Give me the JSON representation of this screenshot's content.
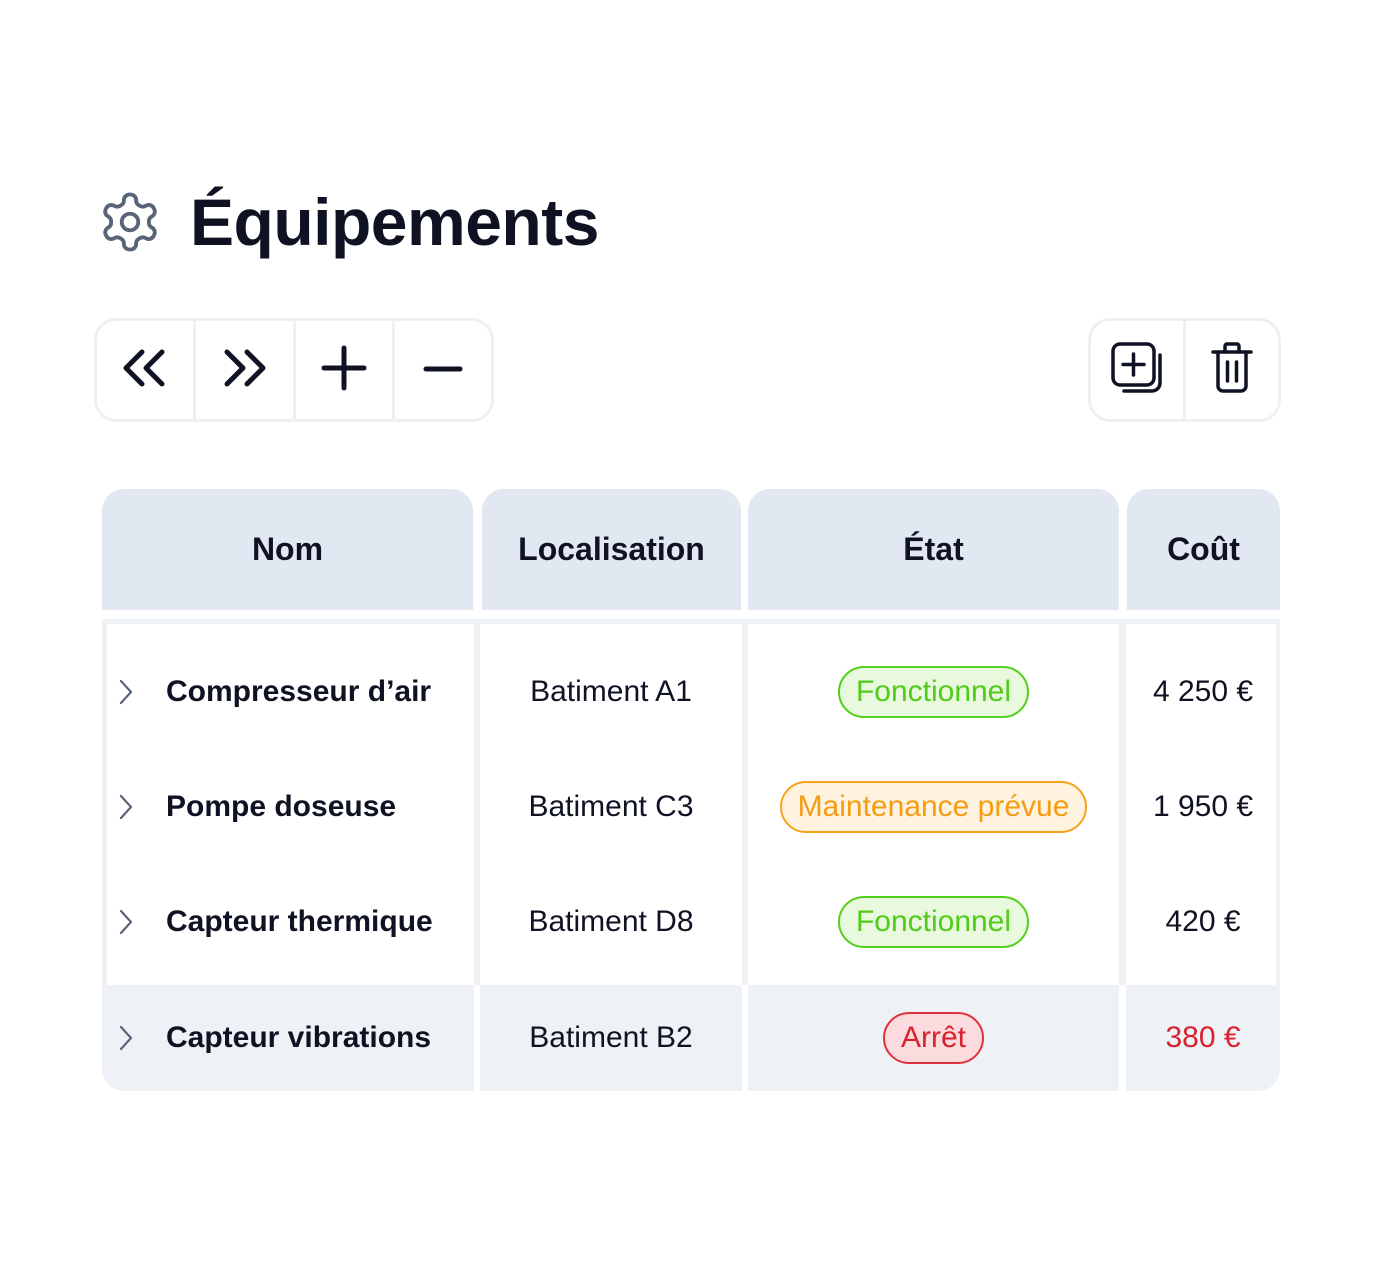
{
  "header": {
    "icon": "gear-icon",
    "title": "Équipements"
  },
  "toolbar_left": {
    "buttons": [
      {
        "name": "first-page-button",
        "icon": "double-chevron-left-icon"
      },
      {
        "name": "last-page-button",
        "icon": "double-chevron-right-icon"
      },
      {
        "name": "add-button",
        "icon": "plus-icon"
      },
      {
        "name": "remove-button",
        "icon": "minus-icon"
      }
    ]
  },
  "toolbar_right": {
    "buttons": [
      {
        "name": "duplicate-button",
        "icon": "copy-plus-icon"
      },
      {
        "name": "delete-button",
        "icon": "trash-icon"
      }
    ]
  },
  "table": {
    "columns": [
      "Nom",
      "Localisation",
      "État",
      "Coût"
    ],
    "rows": [
      {
        "name": "Compresseur d’air",
        "location": "Batiment A1",
        "status": "Fonctionnel",
        "status_type": "ok",
        "cost": "4 250 €",
        "cost_color": "#0f1222"
      },
      {
        "name": "Pompe doseuse",
        "location": "Batiment C3",
        "status": "Maintenance prévue",
        "status_type": "warn",
        "cost": "1 950 €",
        "cost_color": "#0f1222"
      },
      {
        "name": "Capteur thermique",
        "location": "Batiment D8",
        "status": "Fonctionnel",
        "status_type": "ok",
        "cost": "420 €",
        "cost_color": "#0f1222"
      },
      {
        "name": "Capteur vibrations",
        "location": "Batiment B2",
        "status": "Arrêt",
        "status_type": "stop",
        "cost": "380 €",
        "cost_color": "#d8222e"
      }
    ]
  },
  "colors": {
    "ok": "#52d01c",
    "warn": "#f7a21b",
    "stop": "#e0323d",
    "header_bg": "#e2e8f1"
  }
}
